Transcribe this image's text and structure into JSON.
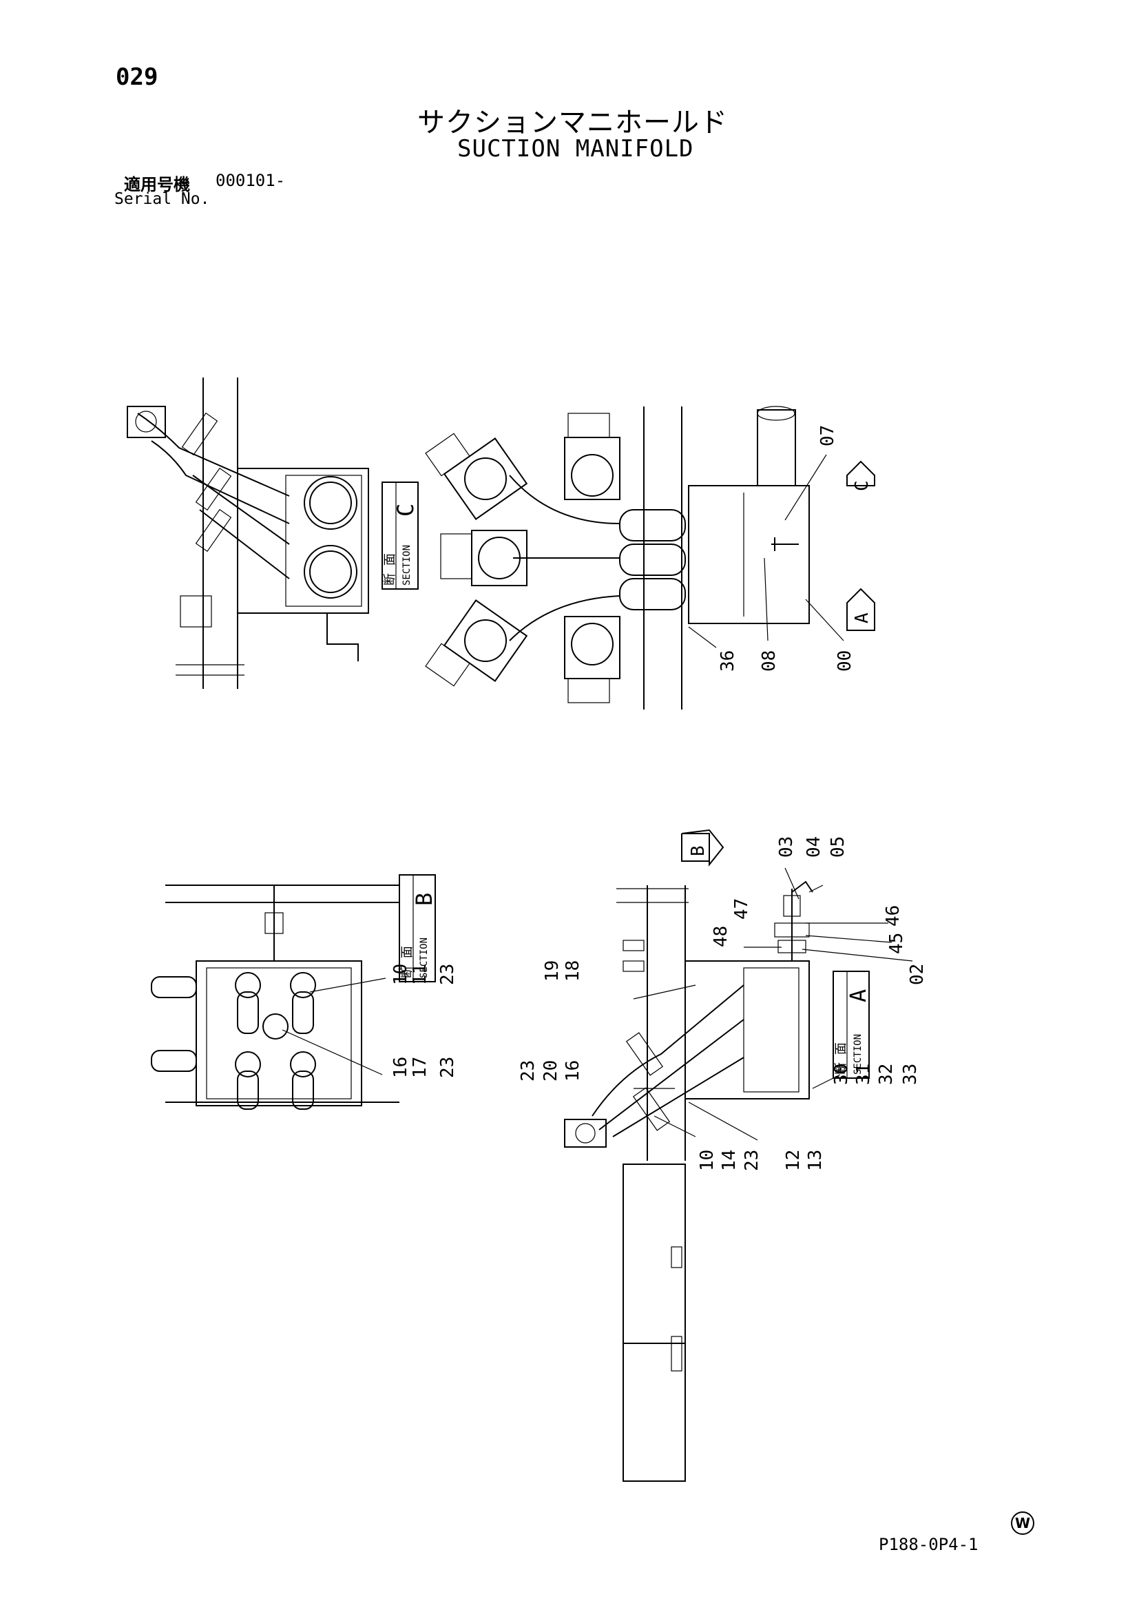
{
  "header": {
    "page_number": "029",
    "title_ja": "サクションマニホールド",
    "title_en": "SUCTION MANIFOLD",
    "serial_label_ja": "適用号機",
    "serial_value": "000101-",
    "serial_label_en": "Serial No."
  },
  "sections": {
    "c": {
      "label_ja": "断 面",
      "label_en": "SECTION",
      "letter": "C"
    },
    "b": {
      "label_ja": "断 面",
      "label_en": "SECTION",
      "letter": "B"
    },
    "a": {
      "label_ja": "断 面",
      "label_en": "SECTION",
      "letter": "A"
    }
  },
  "view_arrows": {
    "c": "C",
    "a": "A",
    "b": "B"
  },
  "callouts": {
    "top_view": [
      "07",
      "00",
      "08",
      "36"
    ],
    "section_b": [
      "10",
      "11",
      "23",
      "16",
      "17",
      "23"
    ],
    "bottom_view": [
      "03",
      "04",
      "05",
      "47",
      "48",
      "46",
      "45",
      "02",
      "19",
      "18",
      "30",
      "31",
      "32",
      "33",
      "23",
      "20",
      "16",
      "10",
      "14",
      "23",
      "12",
      "13"
    ]
  },
  "footer": {
    "doc_code": "P188-0P4-1",
    "mark": "W"
  }
}
